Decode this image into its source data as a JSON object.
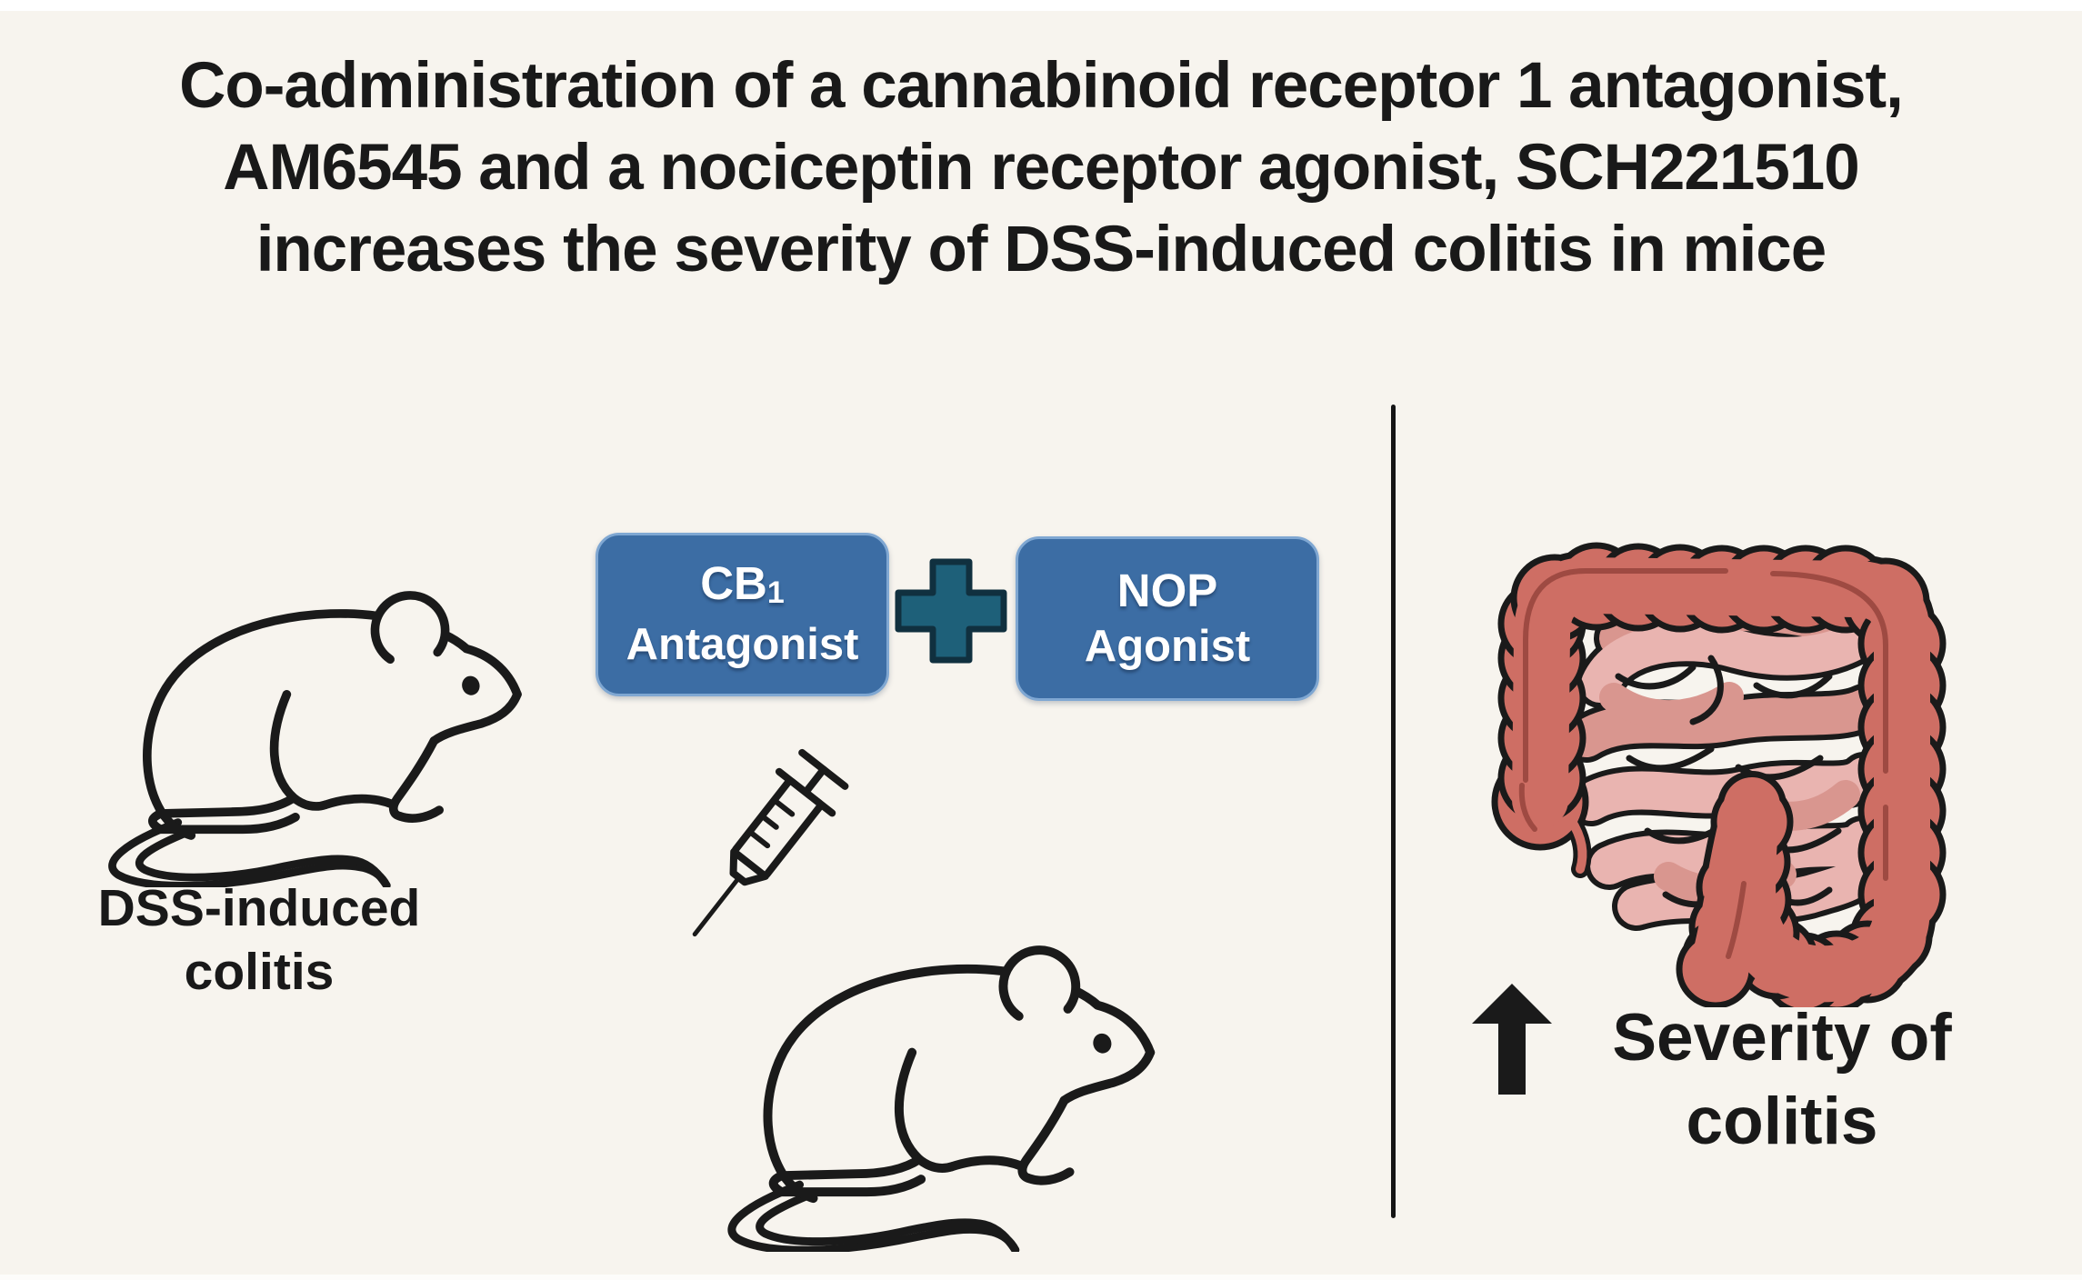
{
  "colors": {
    "page_bg": "#f7f4ee",
    "ink": "#1a1a1a",
    "text_black": "#191919",
    "box_blue": "#3c6da4",
    "box_border": "#7fa7d2",
    "plus_teal": "#1e6079",
    "plus_border": "#10303f",
    "colon_red": "#ce6e64",
    "colon_dark": "#9e4a42",
    "intestine_pink": "#e9b4b0",
    "intestine_dark": "#d9968f"
  },
  "title": {
    "line1": "Co-administration of a cannabinoid receptor 1 antagonist,",
    "line2": "AM6545 and a nociceptin receptor agonist, SCH221510",
    "line3": "increases the severity of DSS-induced colitis in mice"
  },
  "left_panel": {
    "caption_line1": "DSS-induced",
    "caption_line2": "colitis"
  },
  "center_panel": {
    "cb1_box": {
      "main": "CB",
      "sub": "1",
      "line2": "Antagonist"
    },
    "plus_sign": "+",
    "nop_box": {
      "line1": "NOP",
      "line2": "Agonist"
    }
  },
  "right_panel": {
    "caption_line1": "Severity of",
    "caption_line2": "colitis"
  }
}
